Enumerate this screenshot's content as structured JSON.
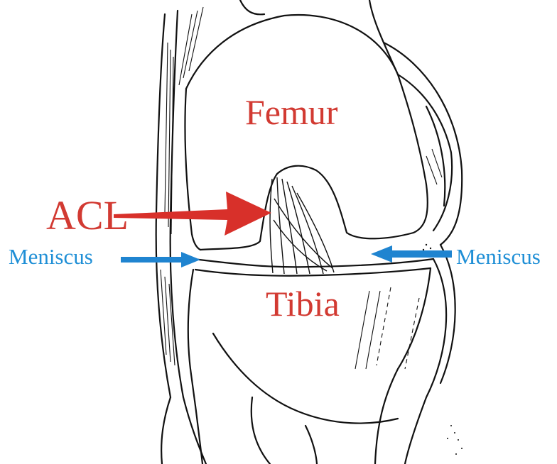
{
  "labels": {
    "femur": "Femur",
    "tibia": "Tibia",
    "acl": "ACL",
    "meniscus_left": "Meniscus",
    "meniscus_right": "Meniscus"
  },
  "colors": {
    "bone_label": "#d23a32",
    "acl_label": "#d23a32",
    "acl_arrow": "#d8302a",
    "meniscus_label": "#1f8fd6",
    "meniscus_arrow": "#1f84d0",
    "line_art": "#111111"
  }
}
